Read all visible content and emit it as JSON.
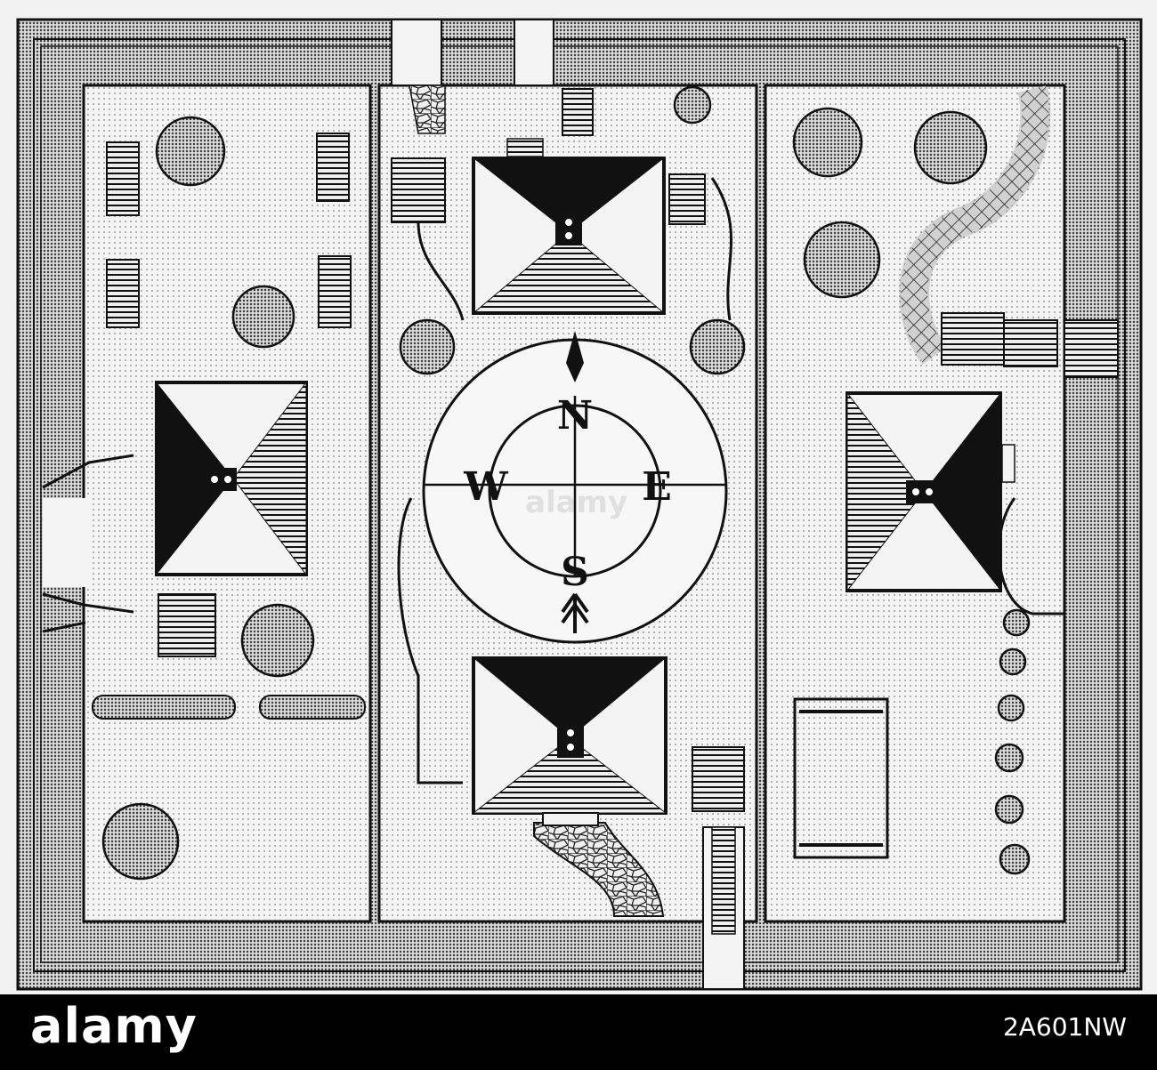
{
  "map": {
    "compass": {
      "north": "N",
      "east": "E",
      "south": "S",
      "west": "W"
    },
    "houses": [
      {
        "id": "north-house",
        "facing": "south"
      },
      {
        "id": "west-house",
        "facing": "east"
      },
      {
        "id": "east-house",
        "facing": "west"
      },
      {
        "id": "south-house",
        "facing": "north"
      }
    ],
    "colors": {
      "paper": "#f2f2f2",
      "ink": "#111111",
      "stipple": "#b8b8b8",
      "hatch": "#555555"
    }
  },
  "watermark": {
    "text": "alamy"
  },
  "branding": {
    "logo": "alamy",
    "image_id": "2A601NW"
  }
}
